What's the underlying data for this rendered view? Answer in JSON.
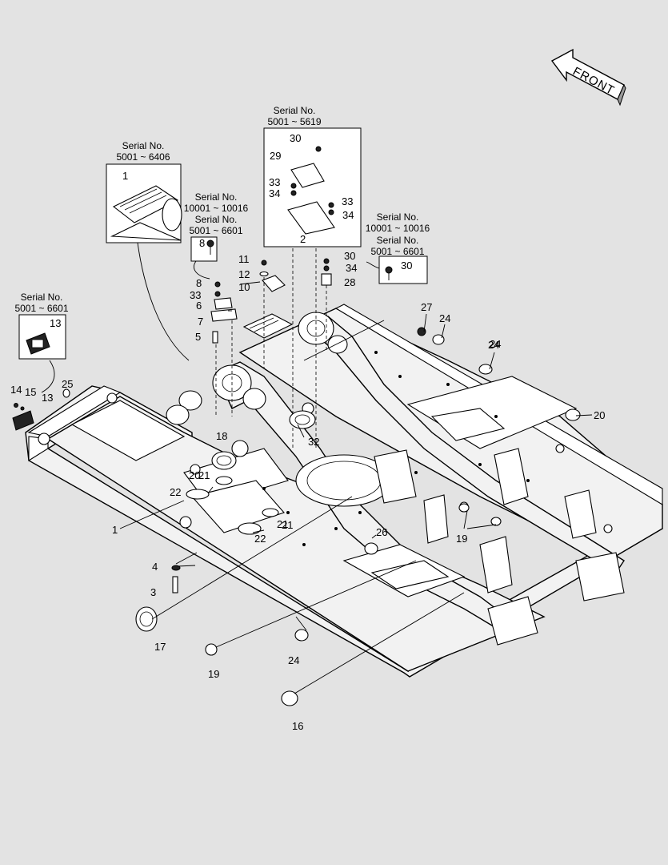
{
  "front_arrow": {
    "label": "FRONT"
  },
  "serial_notes": [
    {
      "id": "s1",
      "heading": "Serial No.",
      "range": "5001 ~ 6406"
    },
    {
      "id": "s2",
      "heading": "Serial No.",
      "range": "5001 ~ 5619"
    },
    {
      "id": "s3",
      "heading": "Serial No.",
      "range": "10001 ~ 10016"
    },
    {
      "id": "s3b",
      "heading": "Serial No.",
      "range": "5001 ~ 6601"
    },
    {
      "id": "s4",
      "heading": "Serial No.",
      "range": "10001 ~ 10016"
    },
    {
      "id": "s4b",
      "heading": "Serial No.",
      "range": "5001 ~ 6601"
    },
    {
      "id": "s5",
      "heading": "Serial No.",
      "range": "5001 ~ 6601"
    }
  ],
  "callouts": [
    "1",
    "2",
    "3",
    "4",
    "5",
    "6",
    "7",
    "8",
    "8",
    "10",
    "11",
    "12",
    "13",
    "13",
    "14",
    "15",
    "16",
    "17",
    "18",
    "19",
    "19",
    "20",
    "21",
    "21",
    "22",
    "22",
    "24",
    "24",
    "24",
    "25",
    "26",
    "27",
    "28",
    "29",
    "30",
    "30",
    "30",
    "32",
    "33",
    "33",
    "33",
    "34",
    "34",
    "34",
    "1",
    "1"
  ]
}
